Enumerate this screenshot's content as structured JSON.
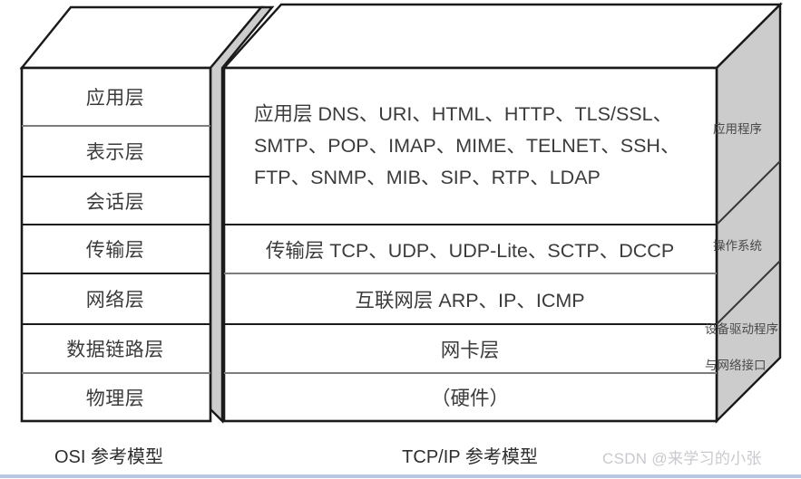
{
  "diagram": {
    "title_osi": "OSI 参考模型",
    "title_tcp": "TCP/IP 参考模型",
    "watermark": "CSDN @来学习的小张",
    "colors": {
      "side_face": "#cccccc",
      "outline": "#1a1a1a",
      "divider": "#808080",
      "text": "#3b3b3b",
      "watermark": "#c9c9cf",
      "bottom_rule": "#b9c7e4",
      "background": "#ffffff"
    }
  },
  "osi": {
    "layers": [
      {
        "label": "应用层"
      },
      {
        "label": "表示层"
      },
      {
        "label": "会话层"
      },
      {
        "label": "传输层"
      },
      {
        "label": "网络层"
      },
      {
        "label": "数据链路层"
      },
      {
        "label": "物理层"
      }
    ]
  },
  "tcpip": {
    "layers": [
      {
        "name": "application",
        "lines": [
          "应用层 DNS、URI、HTML、HTTP、TLS/SSL、",
          "SMTP、POP、IMAP、MIME、TELNET、SSH、",
          "FTP、SNMP、MIB、SIP、RTP、LDAP"
        ]
      },
      {
        "name": "transport",
        "lines": [
          "传输层 TCP、UDP、UDP-Lite、SCTP、DCCP"
        ]
      },
      {
        "name": "internet",
        "lines": [
          "互联网层 ARP、IP、ICMP"
        ]
      },
      {
        "name": "nic",
        "lines": [
          "网卡层"
        ]
      },
      {
        "name": "hardware",
        "lines": [
          "（硬件）"
        ]
      }
    ]
  },
  "side_panel": {
    "sections": [
      {
        "name": "application-program",
        "lines": [
          "应用程序"
        ]
      },
      {
        "name": "operating-system",
        "lines": [
          "操作系统"
        ]
      },
      {
        "name": "device-driver-network-interface",
        "lines": [
          "设备驱动程序",
          "与网络接口"
        ]
      }
    ]
  }
}
